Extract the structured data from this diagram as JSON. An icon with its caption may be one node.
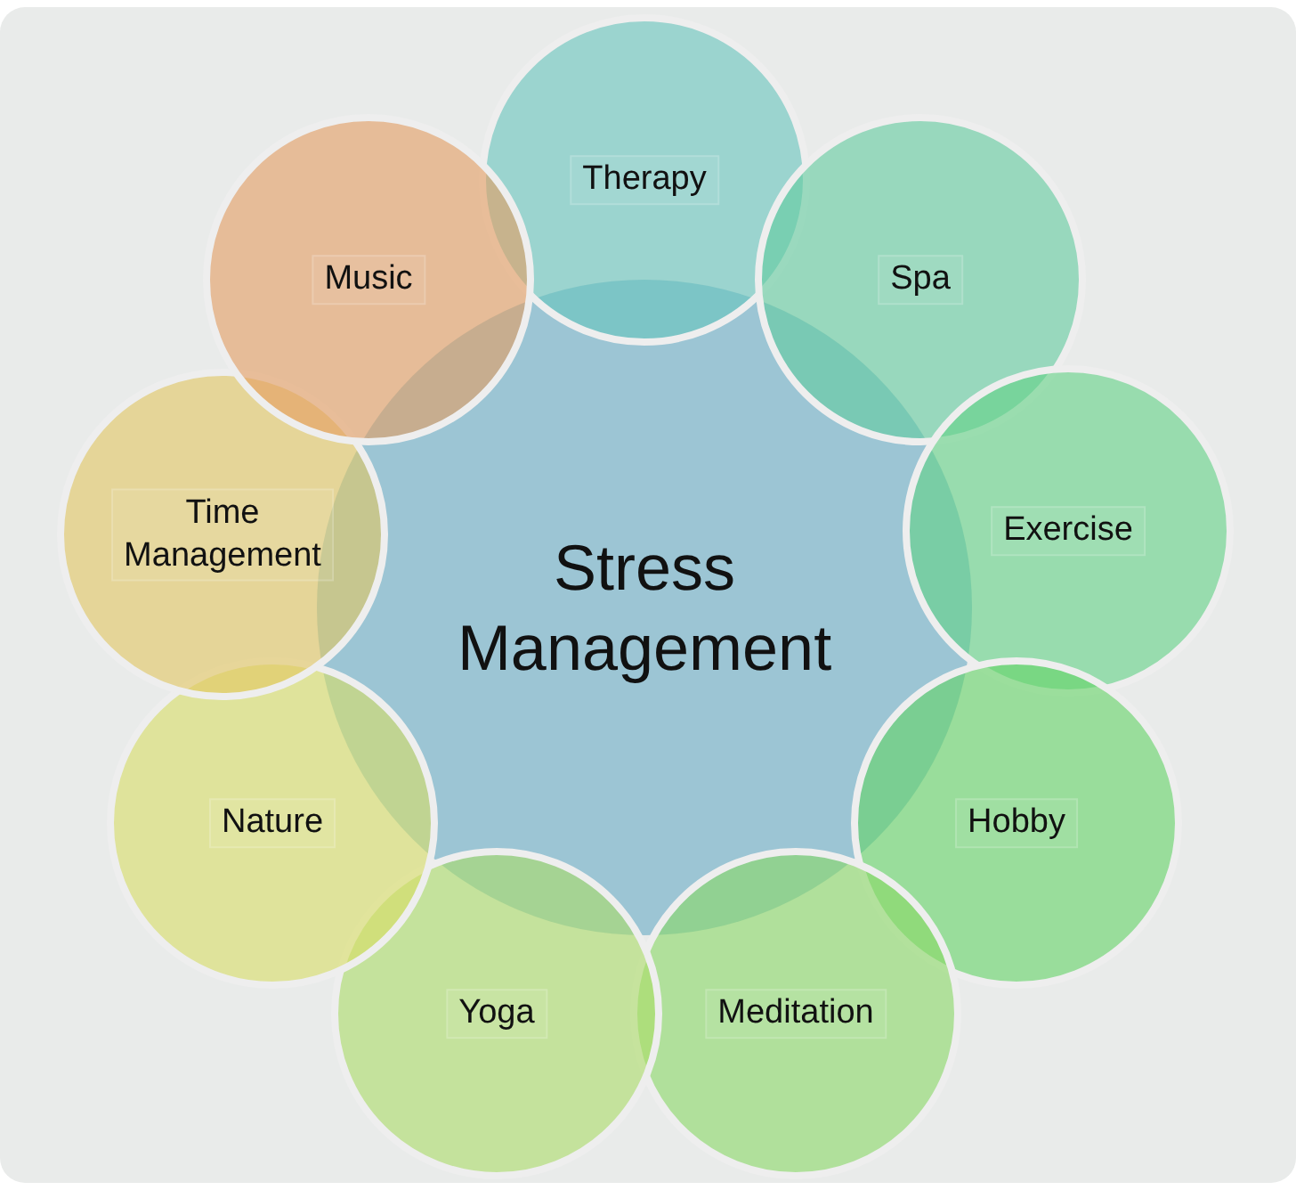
{
  "diagram": {
    "nodes": [
      {
        "text": [
          "Stress Management"
        ]
      },
      {
        "text": [
          "Therapy"
        ]
      },
      {
        "text": [
          "Spa"
        ]
      },
      {
        "text": [
          "Exercise"
        ]
      },
      {
        "text": [
          "Hobby"
        ]
      },
      {
        "text": [
          "Meditation"
        ]
      },
      {
        "text": [
          "Yoga"
        ]
      },
      {
        "text": [
          "Nature"
        ]
      },
      {
        "text": [
          "Time Management"
        ]
      },
      {
        "text": [
          "Music"
        ]
      }
    ]
  }
}
